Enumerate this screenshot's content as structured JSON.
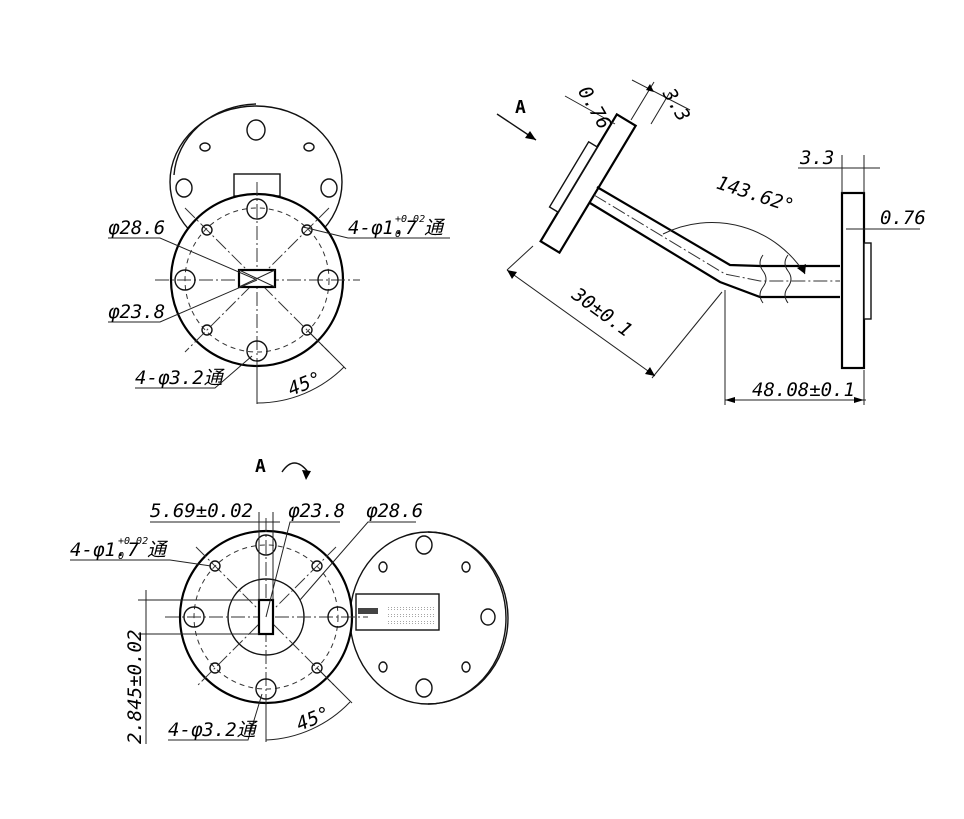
{
  "view_a_label": "A",
  "top_left_view": {
    "dia_outer": "φ28.6",
    "dia_inner": "φ23.8",
    "small_holes_note": "4-φ1.7",
    "small_holes_tol_upper": "+0.02",
    "small_holes_tol_lower": "0",
    "small_holes_suffix": "通",
    "large_holes_note": "4-φ3.2通",
    "angle": "45°"
  },
  "side_view": {
    "view_label": "A",
    "flange_thickness_left": "0.76",
    "flange_width_left": "3.3",
    "bend_angle": "143.62°",
    "length_left": "30±0.1",
    "flange_width_right": "3.3",
    "flange_thickness_right": "0.76",
    "length_right": "48.08±0.1"
  },
  "bottom_view": {
    "view_label": "A",
    "slot_width": "5.69±0.02",
    "dia_inner": "φ23.8",
    "dia_outer": "φ28.6",
    "small_holes_note": "4-φ1.7",
    "small_holes_tol_upper": "+0.02",
    "small_holes_tol_lower": "0",
    "small_holes_suffix": "通",
    "slot_height": "2.845±0.02",
    "large_holes_note": "4-φ3.2通",
    "angle": "45°"
  }
}
